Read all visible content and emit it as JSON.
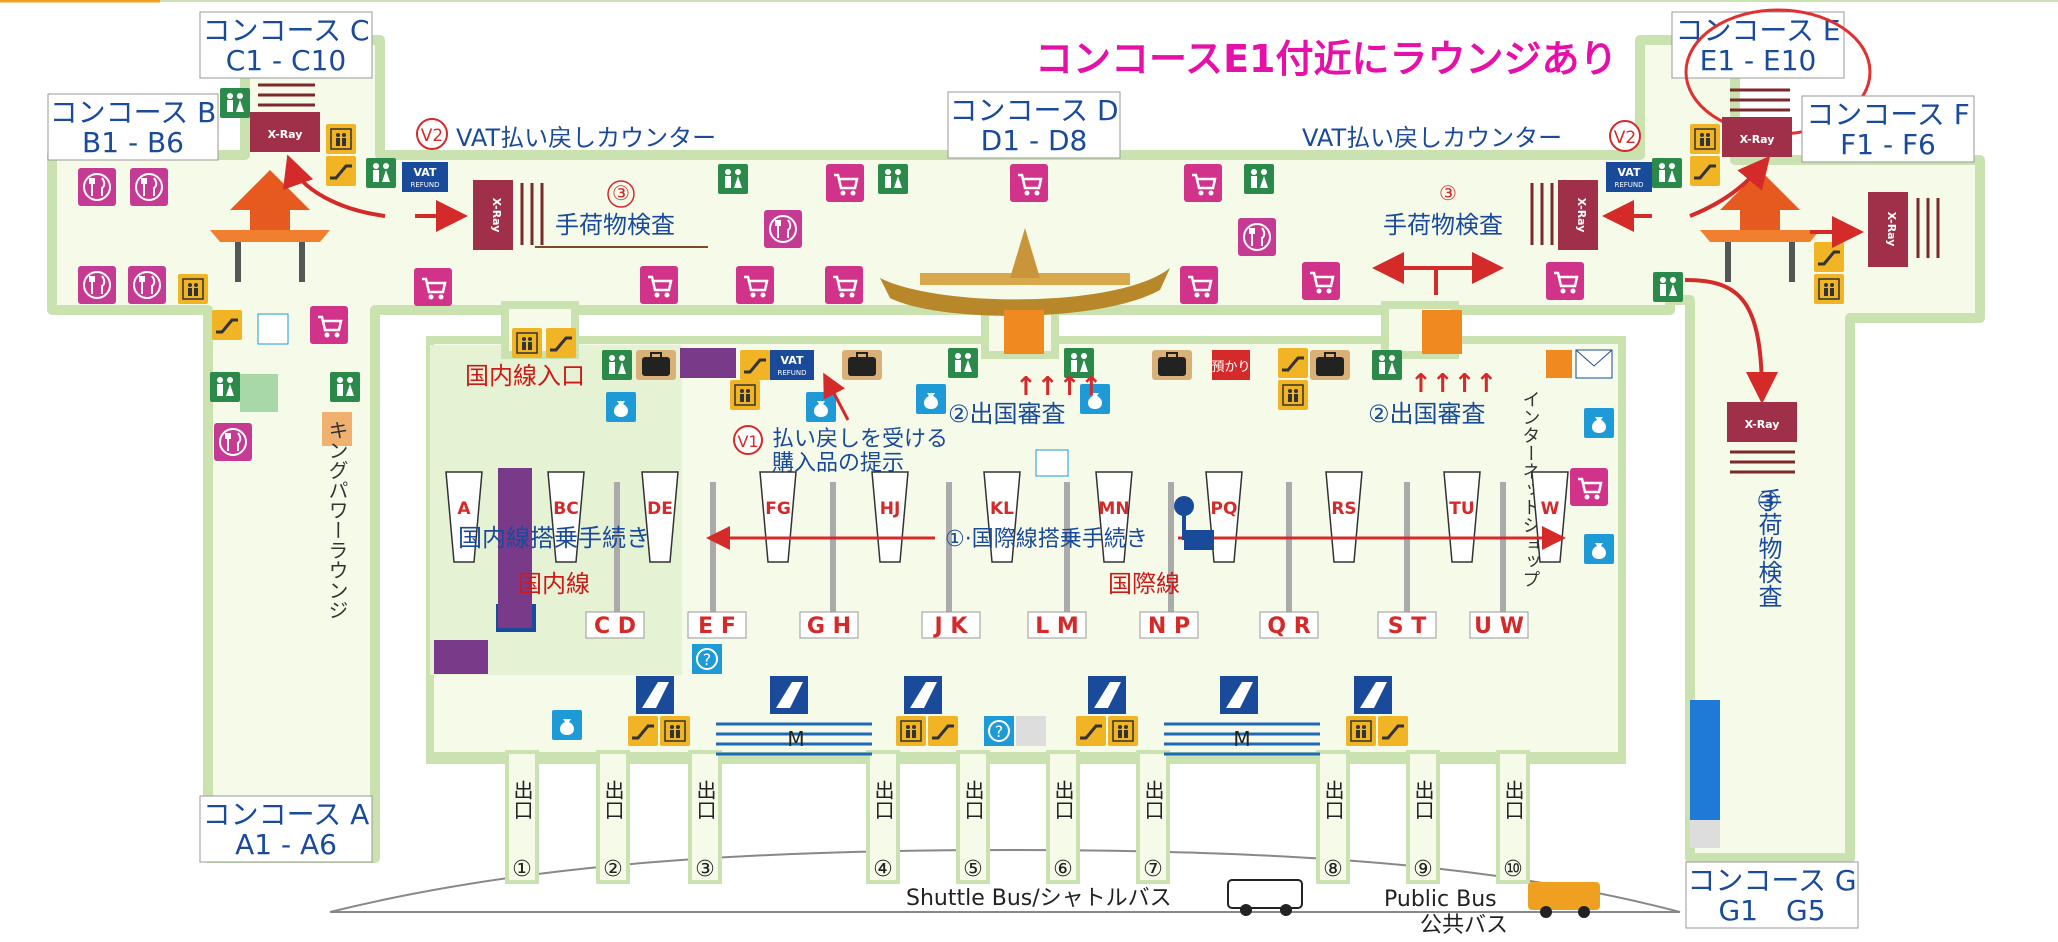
{
  "title_note": "コンコースE1付近にラウンジあり",
  "concourses": {
    "c": {
      "name": "コンコース C",
      "range": "C1 - C10"
    },
    "b": {
      "name": "コンコース B",
      "range": "B1 - B6"
    },
    "d": {
      "name": "コンコース D",
      "range": "D1 - D8"
    },
    "e": {
      "name": "コンコース E",
      "range": "E1 - E10"
    },
    "f": {
      "name": "コンコース F",
      "range": "F1 - F6"
    },
    "a": {
      "name": "コンコース A",
      "range": "A1 - A6"
    },
    "g": {
      "name": "コンコース G",
      "range": "G1　G5"
    }
  },
  "labels": {
    "vat_left": "VAT払い戻しカウンター",
    "vat_right": "VAT払い戻しカウンター",
    "v2": "V2",
    "v1": "V1",
    "step3": "③",
    "baggage": "手荷物検査",
    "baggage_vertical": "手荷物検査",
    "domestic_entrance": "国内線入口",
    "immigration": "②出国審査",
    "vat_refund_1": "払い戻しを受ける",
    "vat_refund_2": "購入品の提示",
    "dom_checkin": "国内線搭乗手続き",
    "intl_checkin": "①·国際線搭乗手続き",
    "domestic": "国内線",
    "international": "国際線",
    "king_power": "キングパワーラウンジ",
    "internet_shop": "インターネットショップ",
    "xray": "X-Ray",
    "shuttle": "Shuttle Bus/シャトルバス",
    "public_bus": "Public Bus",
    "public_bus_jp": "公共バス",
    "azukari": "預かり",
    "m": "M",
    "vat": "VAT",
    "refund": "REFUND"
  },
  "counters": [
    "A",
    "BC",
    "DE",
    "FG",
    "HJ",
    "KL",
    "MN",
    "PQ",
    "RS",
    "TU",
    "W"
  ],
  "rows": [
    "C D",
    "E F",
    "G H",
    "J K",
    "L M",
    "N P",
    "Q R",
    "S T",
    "U W"
  ],
  "exits": [
    {
      "label": "出口",
      "num": "①"
    },
    {
      "label": "出口",
      "num": "②"
    },
    {
      "label": "出口",
      "num": "③"
    },
    {
      "label": "出口",
      "num": "④"
    },
    {
      "label": "出口",
      "num": "⑤"
    },
    {
      "label": "出口",
      "num": "⑥"
    },
    {
      "label": "出口",
      "num": "⑦"
    },
    {
      "label": "出口",
      "num": "⑧"
    },
    {
      "label": "出口",
      "num": "⑨"
    },
    {
      "label": "出口",
      "num": "⑩"
    }
  ],
  "colors": {
    "floor": "#f6fbe9",
    "wall": "#c9e2b0",
    "red": "#cc1a1a",
    "blue": "#1a4a9a",
    "pink": "#e60fa8",
    "shop": "#d1338a",
    "toilet": "#2b8a4a",
    "elevator": "#f0b424",
    "xray": "#a0304a",
    "thai": "#6a2f82"
  }
}
